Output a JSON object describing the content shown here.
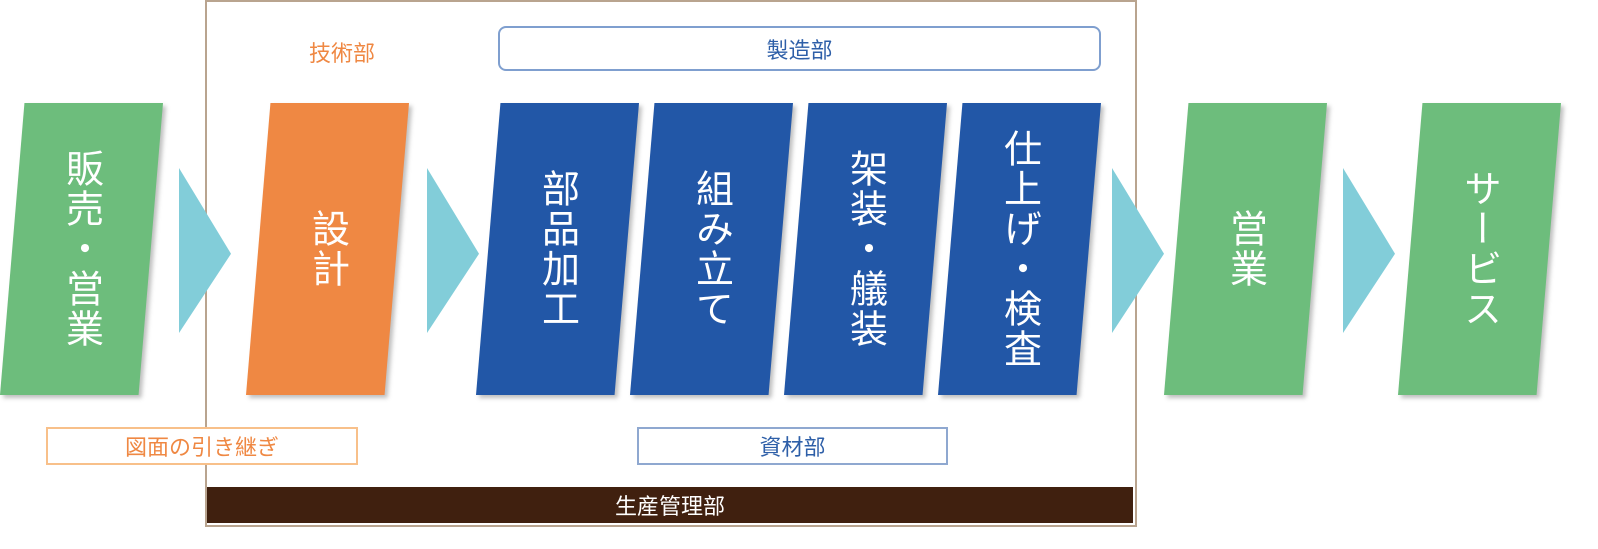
{
  "departments": {
    "engineering": "技術部",
    "manufacturing": "製造部",
    "materials": "資材部",
    "production_control": "生産管理部"
  },
  "handover_label": "図面の引き継ぎ",
  "steps": [
    {
      "label": "販売・営業",
      "color": "#6dbd7c"
    },
    {
      "label": "設計",
      "color": "#ef8843"
    },
    {
      "label": "部品加工",
      "color": "#2257a7"
    },
    {
      "label": "組み立て",
      "color": "#2257a7"
    },
    {
      "label": "架装・艤装",
      "color": "#2257a7"
    },
    {
      "label": "仕上げ・検査",
      "color": "#2257a7"
    },
    {
      "label": "営業",
      "color": "#6dbd7c"
    },
    {
      "label": "サービス",
      "color": "#6dbd7c"
    }
  ],
  "colors": {
    "arrow": "#82cdd9",
    "frame": "#b9a48f",
    "bar": "#40200f"
  }
}
